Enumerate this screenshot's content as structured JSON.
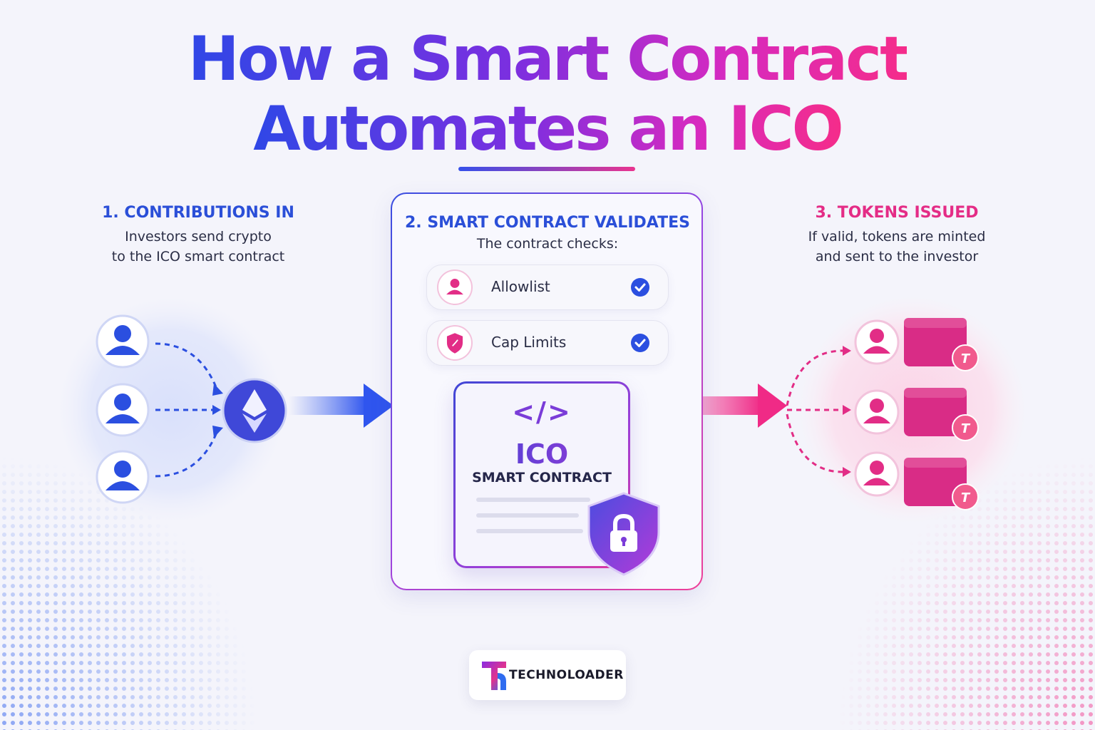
{
  "title": {
    "line1": "How a Smart Contract",
    "line2": "Automates an ICO"
  },
  "steps": [
    {
      "heading": "1. CONTRIBUTIONS IN",
      "desc_line1": "Investors send crypto",
      "desc_line2": "to the ICO smart contract"
    },
    {
      "heading": "2. SMART CONTRACT VALIDATES",
      "desc_line1": "The contract checks:"
    },
    {
      "heading": "3. TOKENS ISSUED",
      "desc_line1": "If valid, tokens are minted",
      "desc_line2": "and sent to the investor"
    }
  ],
  "checks": [
    {
      "label": "Allowlist",
      "icon": "user-icon",
      "status": "checked"
    },
    {
      "label": "Cap Limits",
      "icon": "shield-icon",
      "status": "checked"
    }
  ],
  "contract": {
    "code_glyph": "</>",
    "name": "ICO",
    "subtitle": "SMART CONTRACT"
  },
  "token_symbol": "T",
  "brand": {
    "name": "TECHNOLOADER"
  },
  "colors": {
    "blue": "#2b4fd8",
    "pink": "#e42c86",
    "purple": "#7a3cd8"
  }
}
